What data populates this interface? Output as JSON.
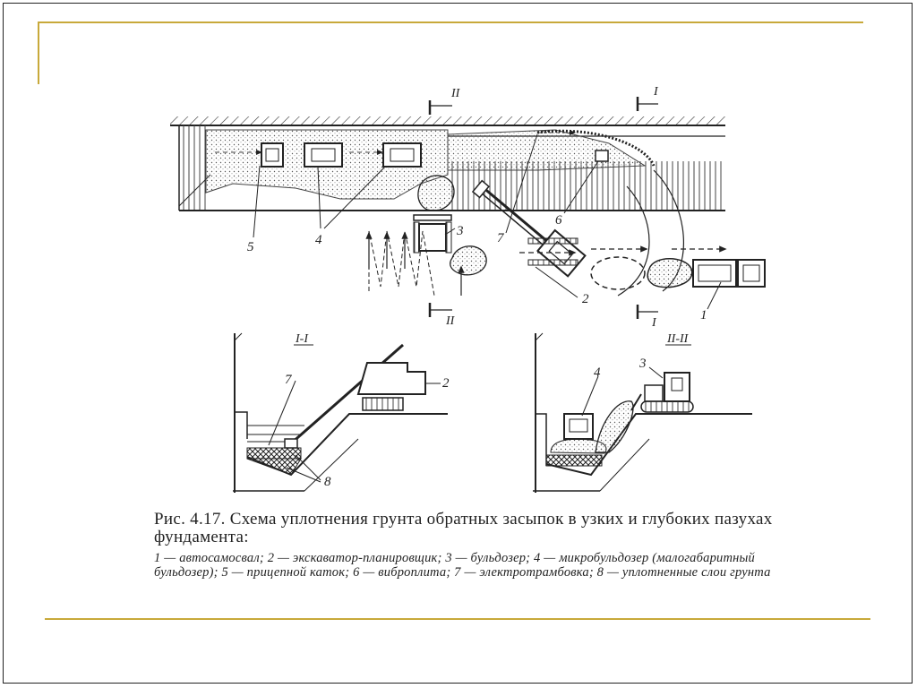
{
  "figure": {
    "caption_title": "Рис. 4.17. Схема уплотнения грунта обратных засыпок в узких и глубоких пазухах фундамента:",
    "caption_legend": "1 — автосамосвал; 2 — экскаватор-планировщик; 3 — бульдозер; 4 — микробульдозер (малогабаритный бульдозер); 5 — прицепной каток; 6 — виброплита; 7 — электротрамбовка; 8 — уплотненные слои грунта"
  },
  "labels": {
    "n1": "1",
    "n2": "2",
    "n3": "3",
    "n4": "4",
    "n5": "5",
    "n6": "6",
    "n7": "7",
    "n8": "8",
    "sec_I": "I",
    "sec_II": "II",
    "section_I_title": "I-I",
    "section_II_title": "II-II"
  },
  "colors": {
    "accent_line": "#c8a93a",
    "ink": "#222222"
  }
}
